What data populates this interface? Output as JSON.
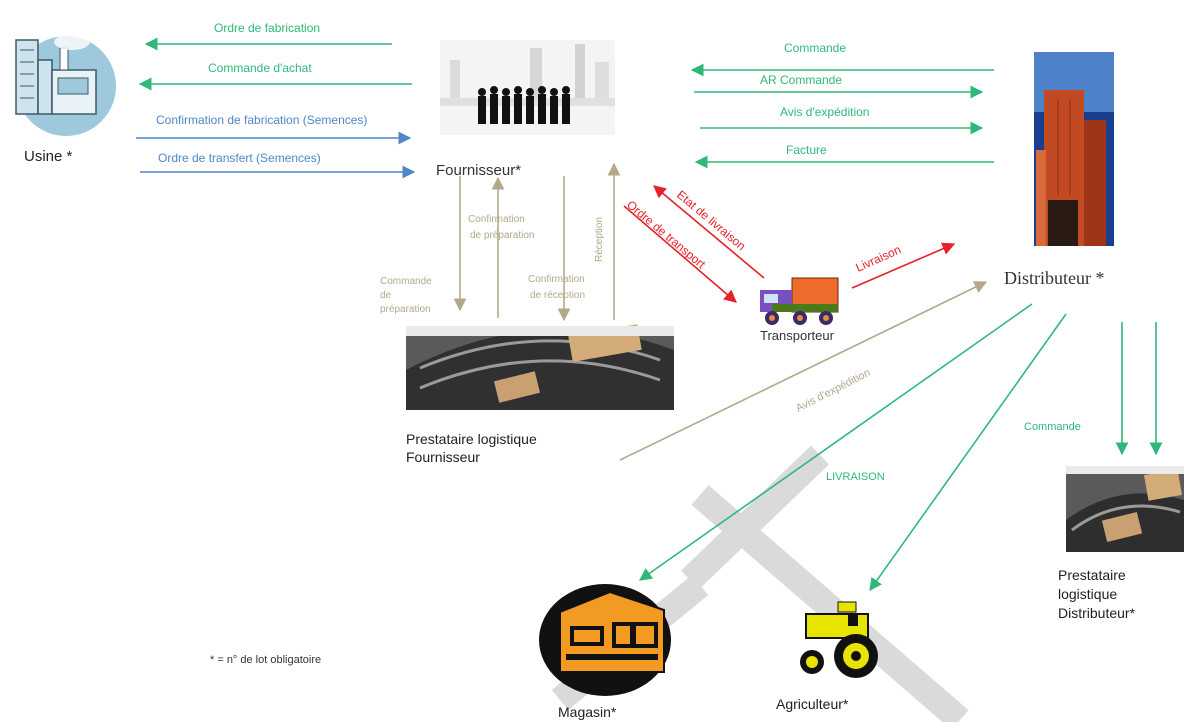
{
  "nodes": {
    "usine": "Usine *",
    "fournisseur": "Fournisseur*",
    "distributeur": "Distributeur *",
    "transporteur": "Transporteur",
    "prestataire_fournisseur": [
      "Prestataire logistique",
      "Fournisseur"
    ],
    "prestataire_distributeur": [
      "Prestataire",
      "logistique",
      "Distributeur*"
    ],
    "magasin": "Magasin*",
    "agriculteur": "Agriculteur*"
  },
  "edges": {
    "ordre_fabrication": "Ordre de fabrication",
    "commande_achat": "Commande d'achat",
    "confirmation_fabrication": "Confirmation de fabrication (Semences)",
    "ordre_transfert": "Ordre de transfert (Semences)",
    "commande": "Commande",
    "ar_commande": "AR Commande",
    "avis_expedition": "Avis d'expédition",
    "facture": "Facture",
    "etat_livraison": "Etat de livraison",
    "ordre_transport": "Ordre de transport",
    "livraison": "Livraison",
    "confirmation_preparation": [
      "Confirmation",
      "de préparation"
    ],
    "commande_preparation": [
      "Commande",
      "de",
      "préparation"
    ],
    "confirmation_reception": [
      "Confirmation",
      "de réception"
    ],
    "reception": "Réception",
    "avis_expedition_2": "Avis d'expédition",
    "livraison_caps": "LIVRAISON",
    "commande_distrib": "Commande"
  },
  "note": "* = n° de lot obligatoire",
  "colors": {
    "green": "#2fb87a",
    "blue": "#4f86c6",
    "red": "#e8202a",
    "tan": "#b3a88a",
    "grey_road": "#d9d9d9"
  }
}
